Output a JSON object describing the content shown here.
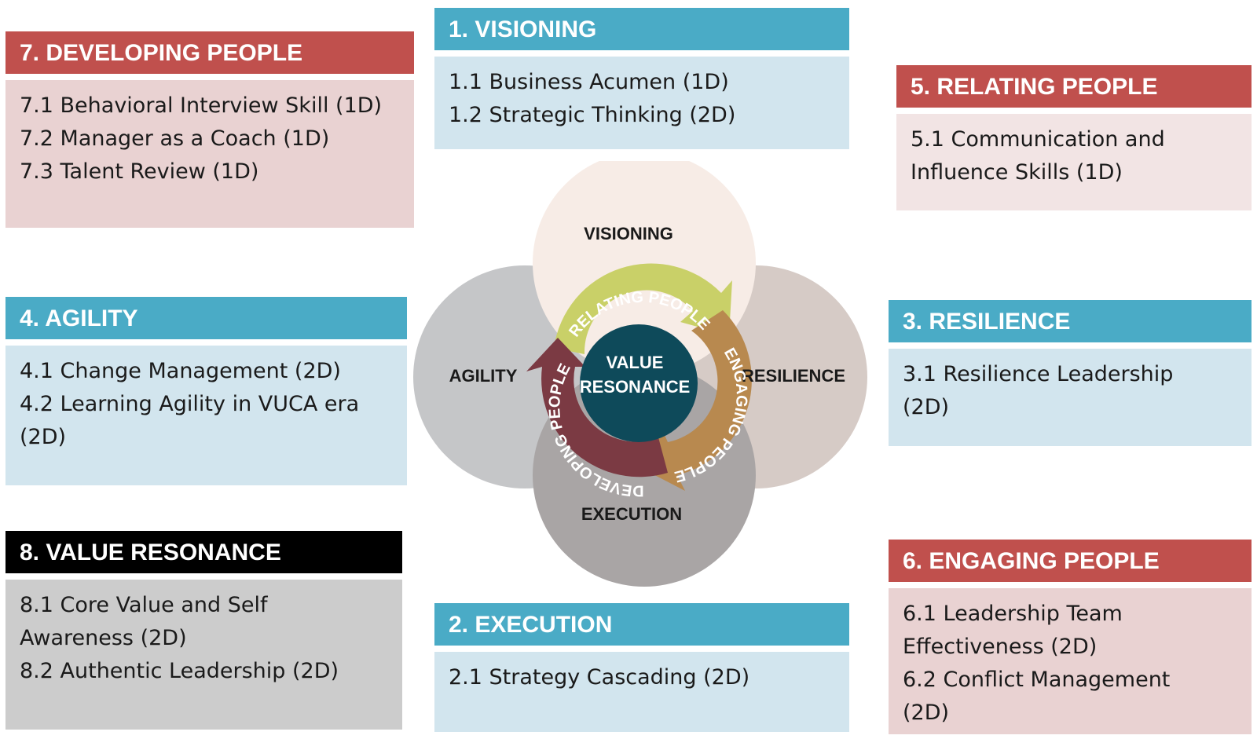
{
  "cards": {
    "visioning": {
      "title": "1. VISIONING",
      "items": [
        "1.1 Business Acumen (1D)",
        "1.2 Strategic Thinking (2D)"
      ]
    },
    "execution": {
      "title": "2. EXECUTION",
      "items": [
        "2.1 Strategy Cascading (2D)"
      ]
    },
    "resilience": {
      "title": "3. RESILIENCE",
      "items": [
        "3.1 Resilience Leadership\n(2D)"
      ]
    },
    "agility": {
      "title": "4. AGILITY",
      "items": [
        "4.1 Change Management (2D)",
        "4.2 Learning Agility in VUCA era\n(2D)"
      ]
    },
    "relating": {
      "title": "5. RELATING PEOPLE",
      "items": [
        "5.1 Communication and\nInfluence Skills (1D)"
      ]
    },
    "engaging": {
      "title": "6. ENGAGING PEOPLE",
      "items": [
        "6.1 Leadership Team\nEffectiveness (2D)",
        "6.2 Conflict Management\n(2D)"
      ]
    },
    "developing": {
      "title": "7. DEVELOPING PEOPLE",
      "items": [
        "7.1 Behavioral Interview Skill (1D)",
        "7.2 Manager as a Coach (1D)",
        "7.3 Talent Review (1D)"
      ]
    },
    "value": {
      "title": "8. VALUE RESONANCE",
      "items": [
        "8.1 Core Value and Self\nAwareness (2D)",
        "8.2 Authentic Leadership (2D)"
      ]
    }
  },
  "diagram": {
    "circle_visioning": "VISIONING",
    "circle_agility": "AGILITY",
    "circle_resilience": "RESILIENCE",
    "circle_execution": "EXECUTION",
    "center_line1": "VALUE",
    "center_line2": "RESONANCE",
    "arc_relating": "RELATING PEOPLE",
    "arc_engaging": "ENGAGING PEOPLE",
    "arc_developing": "DEVELOPING PEOPLE",
    "colors": {
      "visioning": "#f7ece6",
      "agility": "#c5c6c8",
      "resilience": "#d6cbc6",
      "execution": "#a9a5a5",
      "center": "#0e4a5a",
      "relating": "#c9d068",
      "engaging": "#b8894f",
      "developing": "#7b3a43"
    }
  }
}
